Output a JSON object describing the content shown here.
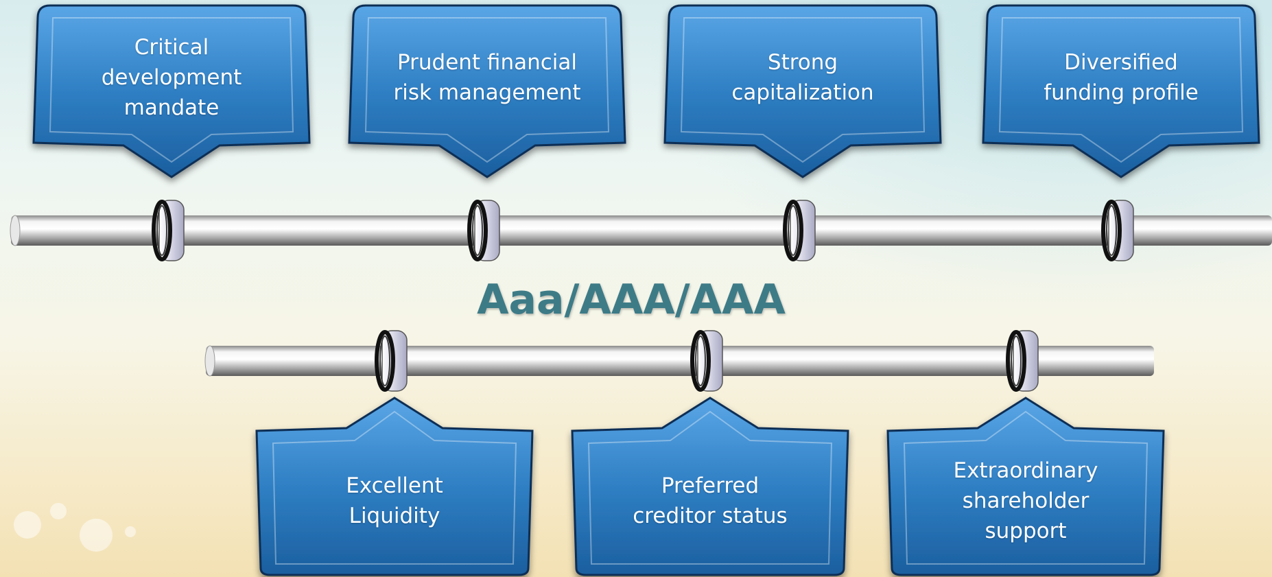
{
  "rating": "Aaa/AAA/AAA",
  "top_boxes": [
    {
      "label": "Critical\ndevelopment\nmandate"
    },
    {
      "label": "Prudent financial\nrisk management"
    },
    {
      "label": "Strong\ncapitalization"
    },
    {
      "label": "Diversified\nfunding profile"
    }
  ],
  "bottom_boxes": [
    {
      "label": "Excellent\nLiquidity"
    },
    {
      "label": "Preferred\ncreditor status"
    },
    {
      "label": "Extraordinary\nshareholder\nsupport"
    }
  ],
  "colors": {
    "box_blue": "#2f7fc4",
    "box_dark": "#0f4f8c",
    "rating_teal": "#3d7b87"
  }
}
